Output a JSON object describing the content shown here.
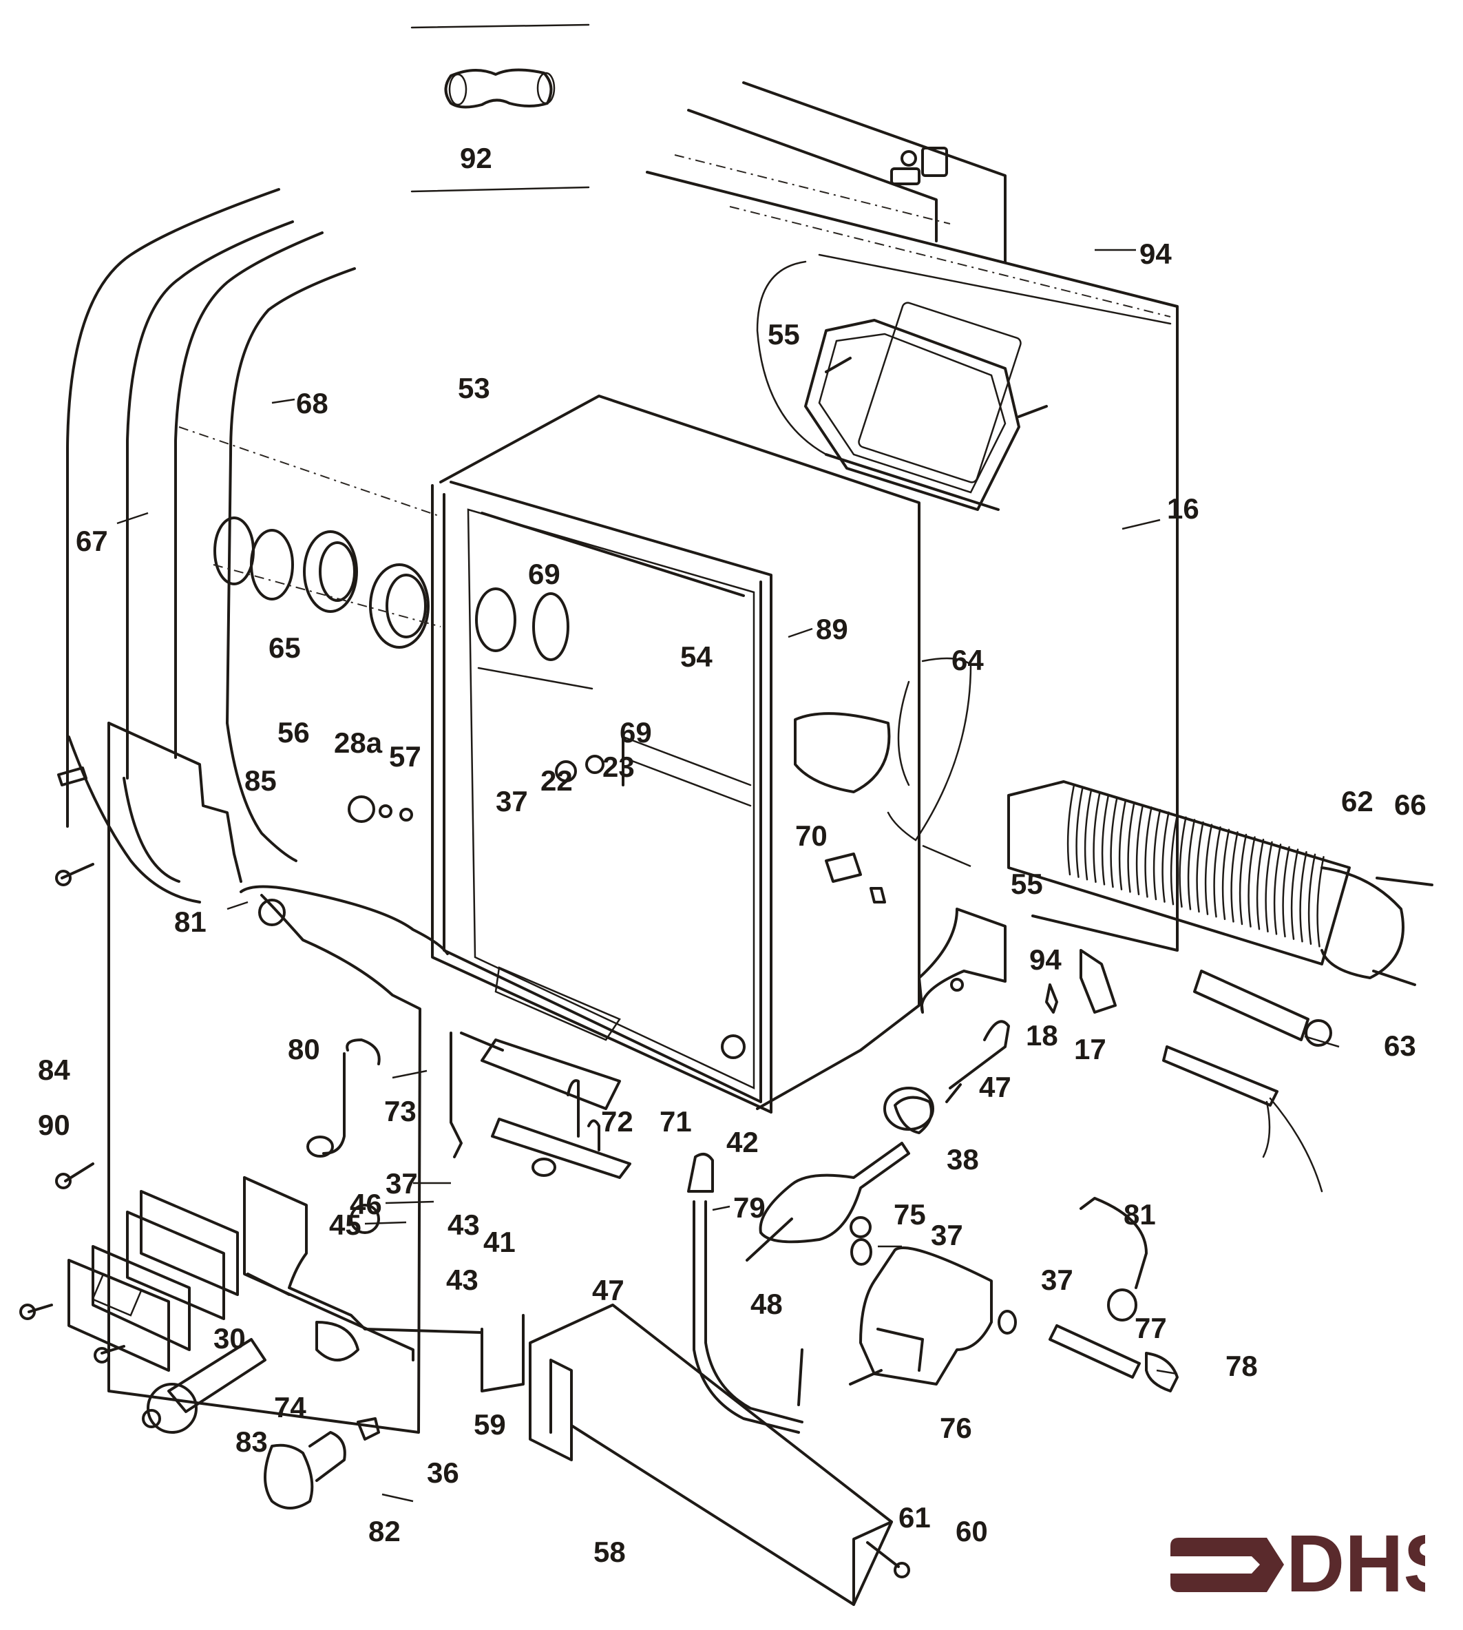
{
  "diagram": {
    "title": "Exploded parts diagram – heater assembly",
    "line_color": "#1e1a16",
    "background": "#ffffff",
    "labels": {
      "p92": "92",
      "p53": "53",
      "p68": "68",
      "p67": "67",
      "p65": "65",
      "p55_top": "55",
      "p94_top": "94",
      "p16": "16",
      "p69_a": "69",
      "p69_b": "69",
      "p89": "89",
      "p54": "54",
      "p64": "64",
      "p56": "56",
      "p28a": "28a",
      "p57": "57",
      "p85": "85",
      "p22": "22",
      "p23": "23",
      "p37_a": "37",
      "p70": "70",
      "p55_mid": "55",
      "p62": "62",
      "p66": "66",
      "p81_left": "81",
      "p94_mid": "94",
      "p18": "18",
      "p17": "17",
      "p63": "63",
      "p84": "84",
      "p80": "80",
      "p73": "73",
      "p47_a": "47",
      "p90": "90",
      "p72": "72",
      "p71": "71",
      "p42": "42",
      "p38": "38",
      "p37_b": "37",
      "p46": "46",
      "p45": "45",
      "p43_a": "43",
      "p41": "41",
      "p79": "79",
      "p75": "75",
      "p37_c": "37",
      "p81_right": "81",
      "p47_b": "47",
      "p48": "48",
      "p43_b": "43",
      "p37_d": "37",
      "p77": "77",
      "p78": "78",
      "p30": "30",
      "p74": "74",
      "p59": "59",
      "p76": "76",
      "p83": "83",
      "p36": "36",
      "p82": "82",
      "p58": "58",
      "p61": "61",
      "p60": "60"
    }
  },
  "logo": {
    "text": "DHS",
    "color": "#5a2a2c"
  }
}
